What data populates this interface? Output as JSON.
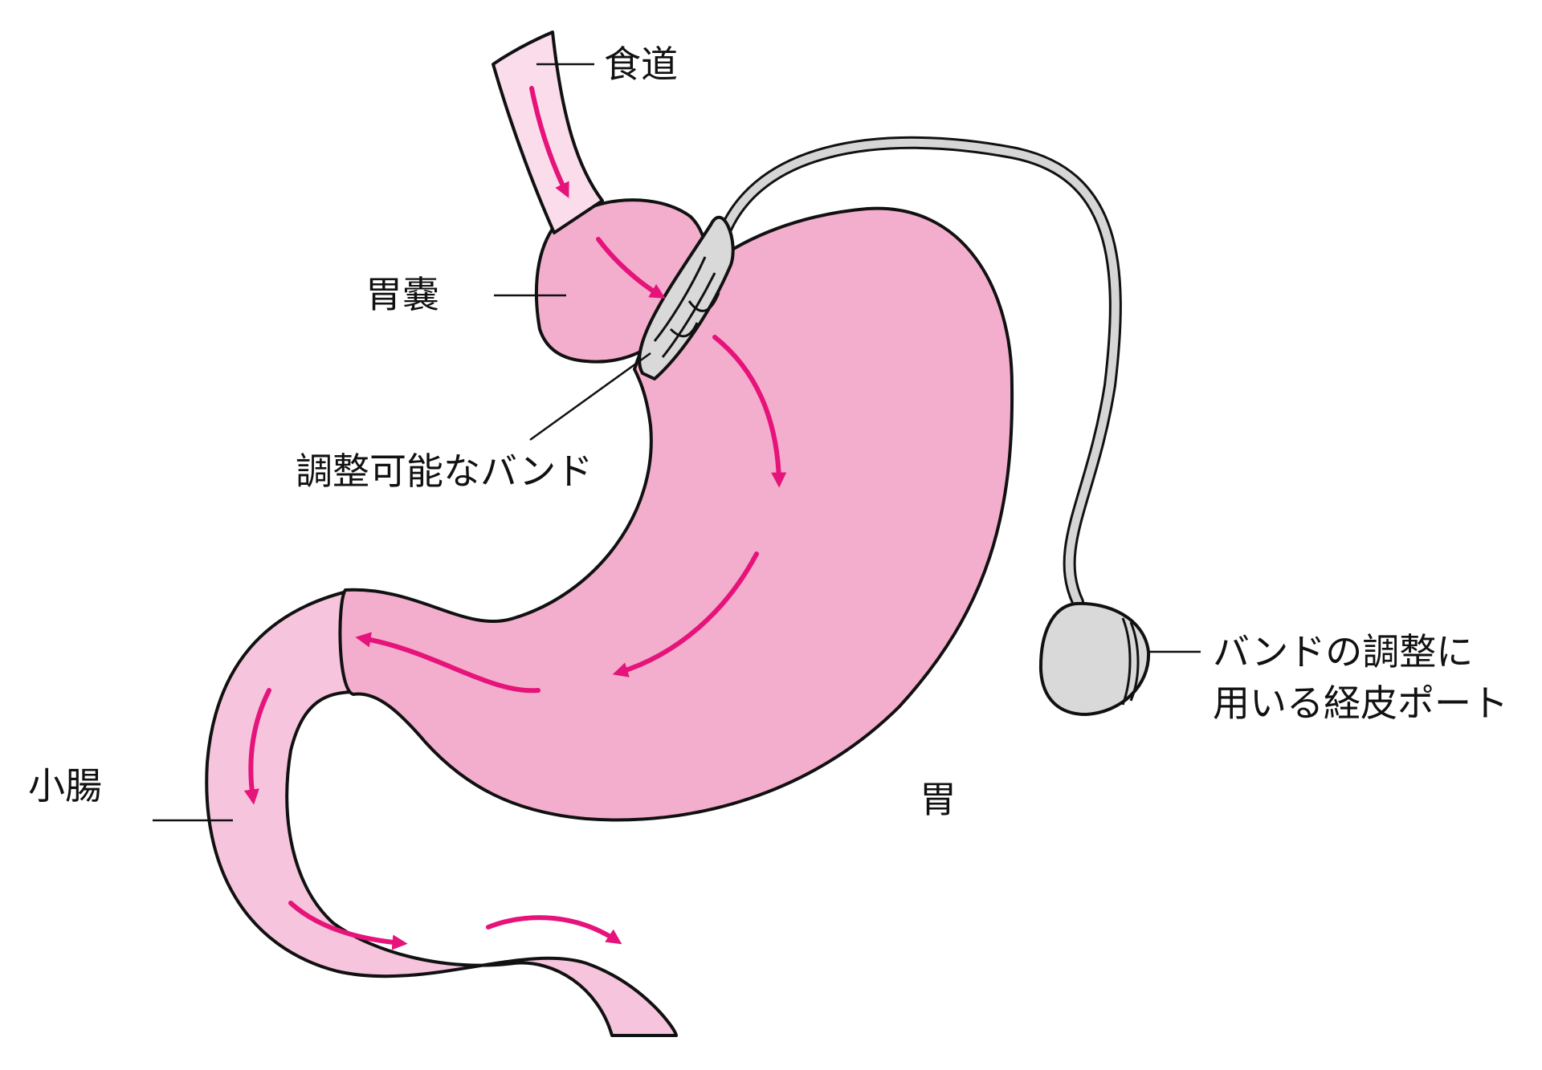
{
  "labels": {
    "esophagus": "食道",
    "pouch": "胃嚢",
    "band": "調整可能なバンド",
    "port_line1": "バンドの調整に",
    "port_line2": "用いる経皮ポート",
    "small_intestine": "小腸",
    "stomach": "胃"
  },
  "colors": {
    "stomach_fill": "#f4aecd",
    "esophagus_fill": "#fbdcea",
    "intestine_fill": "#f6c4dc",
    "arrow": "#e6137a",
    "band_fill": "#d9d9d9",
    "tube_fill": "#d6d6d6",
    "outline": "#111111"
  }
}
